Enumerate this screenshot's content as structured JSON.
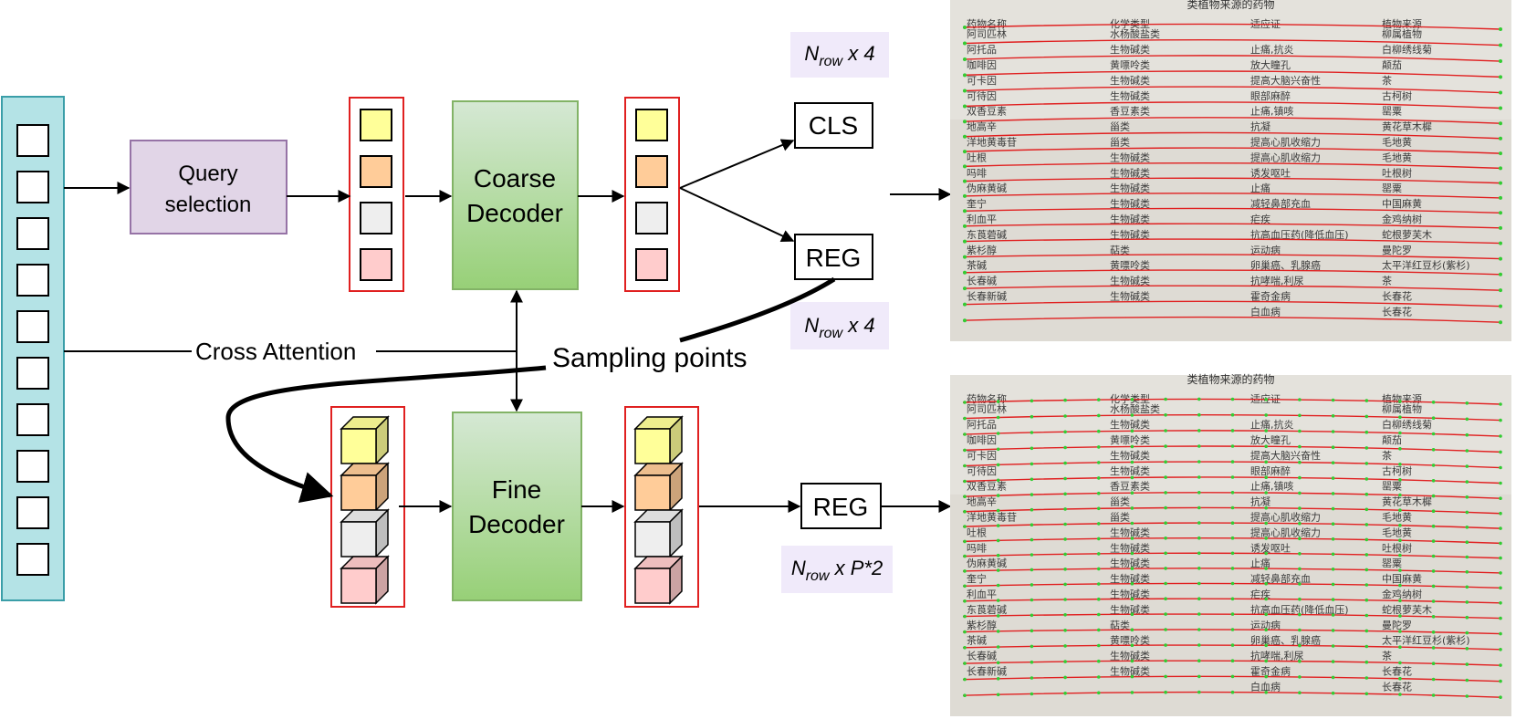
{
  "encoder": {
    "cell_count": 10
  },
  "query_selection": {
    "line1": "Query",
    "line2": "selection"
  },
  "coarse_decoder": {
    "line1": "Coarse",
    "line2": "Decoder"
  },
  "fine_decoder": {
    "line1": "Fine",
    "line2": "Decoder"
  },
  "heads": {
    "cls": "CLS",
    "reg_coarse": "REG",
    "reg_fine": "REG"
  },
  "annotations": {
    "cross_attention": "Cross Attention",
    "sampling_points": "Sampling points",
    "nrow_cls": {
      "base": "N",
      "sub": "row",
      "suffix": " x 4"
    },
    "nrow_reg": {
      "base": "N",
      "sub": "row",
      "suffix": " x 4"
    },
    "nrow_fine": {
      "base": "N",
      "sub": "row",
      "suffix": " x P*2"
    }
  },
  "query_colors": [
    "#ffff99",
    "#ffcc99",
    "#eeeeee",
    "#ffcccc"
  ],
  "colors": {
    "encoder_fill": "#b4e3e6",
    "encoder_stroke": "#3a9ea8",
    "query_fill": "#e1d5e7",
    "query_stroke": "#9673a6",
    "decoder_top": "#d5e8d4",
    "decoder_bottom": "#97d077",
    "decoder_stroke": "#82b366",
    "group_stroke": "#e02020",
    "nrow_bg": "#f0eafa",
    "table_line": "#e02020",
    "table_point": "#33cc33"
  },
  "table": {
    "title": "类植物来源的药物",
    "headers": [
      "药物名称",
      "化学类型",
      "适应证",
      "植物来源"
    ],
    "rows": [
      [
        "阿司匹林",
        "水杨酸盐类",
        "",
        "柳属植物"
      ],
      [
        "阿托品",
        "生物碱类",
        "止痛,抗炎",
        "白柳绣线菊"
      ],
      [
        "咖啡因",
        "黄嘌呤类",
        "放大瞳孔",
        "颠茄"
      ],
      [
        "可卡因",
        "生物碱类",
        "提高大脑兴奋性",
        "茶"
      ],
      [
        "可待因",
        "生物碱类",
        "眼部麻醉",
        "古柯树"
      ],
      [
        "双香豆素",
        "香豆素类",
        "止痛,镇咳",
        "罂粟"
      ],
      [
        "地高辛",
        "甾类",
        "抗凝",
        "黄花草木樨"
      ],
      [
        "洋地黄毒苷",
        "甾类",
        "提高心肌收缩力",
        "毛地黄"
      ],
      [
        "吐根",
        "生物碱类",
        "提高心肌收缩力",
        "毛地黄"
      ],
      [
        "吗啡",
        "生物碱类",
        "诱发呕吐",
        "吐根树"
      ],
      [
        "伪麻黄碱",
        "生物碱类",
        "止痛",
        "罂粟"
      ],
      [
        "奎宁",
        "生物碱类",
        "减轻鼻部充血",
        "中国麻黄"
      ],
      [
        "利血平",
        "生物碱类",
        "疟疾",
        "金鸡纳树"
      ],
      [
        "东莨菪碱",
        "生物碱类",
        "抗高血压药(降低血压)",
        "蛇根萝芙木"
      ],
      [
        "紫杉醇",
        "萜类",
        "运动病",
        "曼陀罗"
      ],
      [
        "茶碱",
        "黄嘌呤类",
        "卵巢癌、乳腺癌",
        "太平洋红豆杉(紫杉)"
      ],
      [
        "长春碱",
        "生物碱类",
        "抗哮喘,利尿",
        "茶"
      ],
      [
        "长春新碱",
        "生物碱类",
        "霍奇金病",
        "长春花"
      ],
      [
        "",
        "",
        "白血病",
        "长春花"
      ]
    ]
  }
}
